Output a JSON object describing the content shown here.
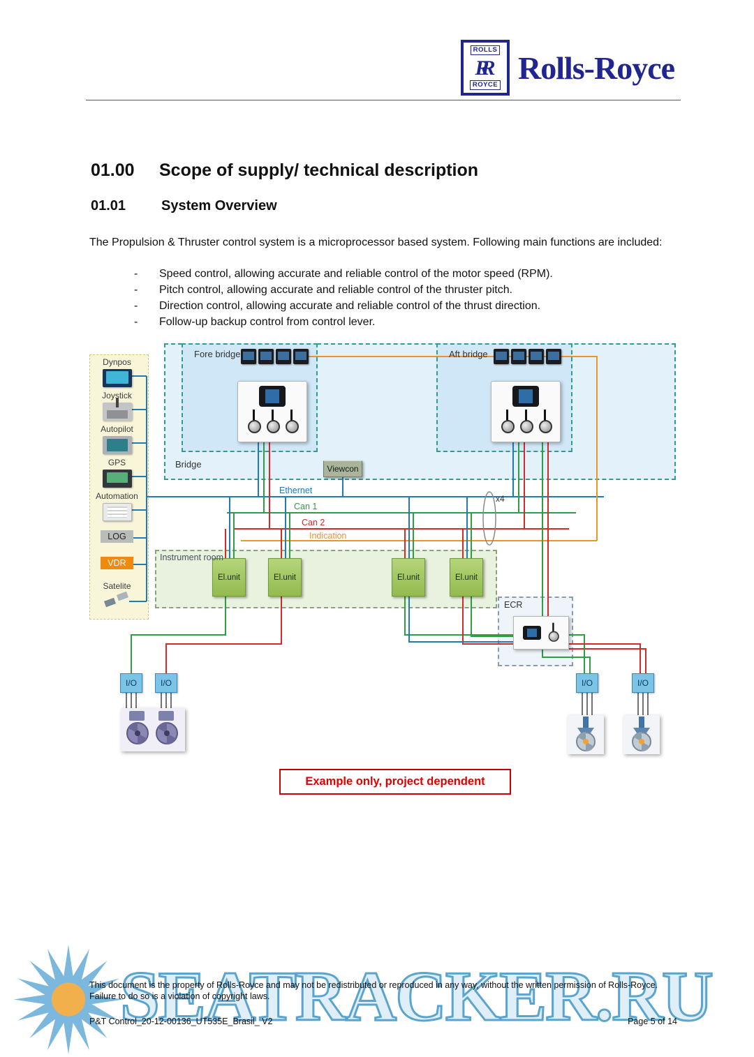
{
  "header": {
    "badge_top": "ROLLS",
    "badge_monogram": "RR",
    "badge_bottom": "ROYCE",
    "brand": "Rolls-Royce",
    "brand_color": "#20258f"
  },
  "content": {
    "heading_number": "01.00",
    "heading_title": "Scope of supply/ technical description",
    "subheading_number": "01.01",
    "subheading_title": "System Overview",
    "intro": "The Propulsion & Thruster control system is a microprocessor based system. Following main functions are included:",
    "bullets": [
      "Speed control, allowing accurate and reliable control of the motor speed (RPM).",
      "Pitch control, allowing accurate and reliable control of the thruster pitch.",
      "Direction control, allowing accurate and reliable control of the thrust direction.",
      "Follow-up backup control from control lever."
    ]
  },
  "diagram": {
    "sources": [
      "Dynpos",
      "Joystick",
      "Autopilot",
      "GPS",
      "Automation",
      "LOG",
      "VDR",
      "Satelite"
    ],
    "fore_bridge": "Fore bridge",
    "aft_bridge": "Aft bridge",
    "bridge": "Bridge",
    "viewcon": "Viewcon",
    "instrument_room": "Instrument room",
    "ecr": "ECR",
    "x4": "x4",
    "el_units": [
      "El.unit",
      "El.unit",
      "El.unit",
      "El.unit"
    ],
    "io_units": [
      "I/O",
      "I/O",
      "I/O",
      "I/O"
    ],
    "networks": [
      {
        "label": "Ethernet",
        "color": "#1f7ab5"
      },
      {
        "label": "Can 1",
        "color": "#2e9e44"
      },
      {
        "label": "Can 2",
        "color": "#d42a2a"
      },
      {
        "label": "Indication",
        "color": "#f09326"
      }
    ]
  },
  "note": {
    "text": "Example only, project dependent",
    "color": "#e00000"
  },
  "watermark": {
    "text": "SEATRACKER.RU",
    "color": "#5aa5cf"
  },
  "footer": {
    "disclaimer": "This document is the property of Rolls-Royce and may not be redistributed or reproduced in any way, without the written permission of Rolls-Royce. Failure to do so is a violation of copyright laws.",
    "doc_ref": "P&T Control_20-12-00136_UT535E_Brasil_ V2",
    "page": "Page 5 of 14"
  }
}
